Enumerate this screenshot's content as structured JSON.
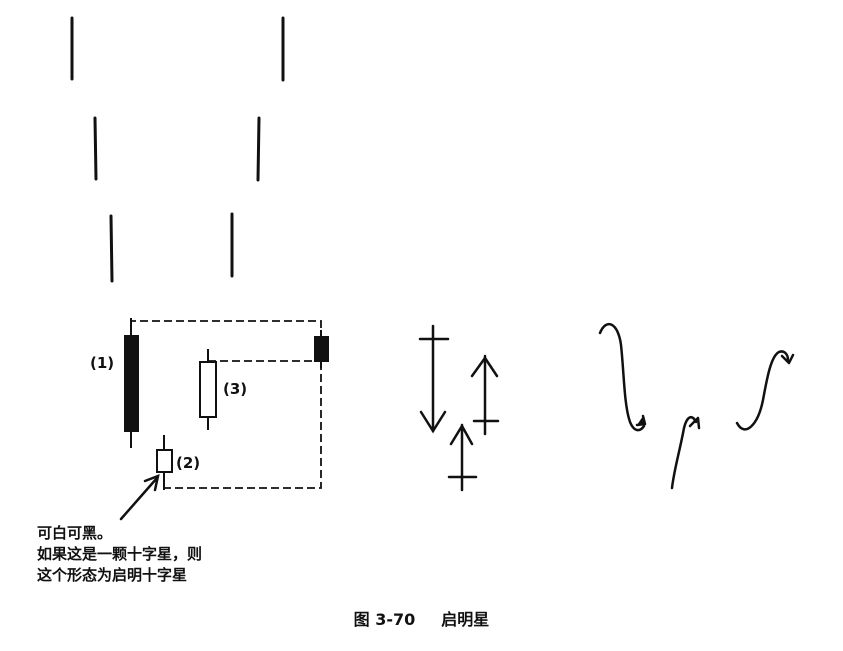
{
  "labels": {
    "candle1": "(1)",
    "candle2": "(2)",
    "candle3": "(3)"
  },
  "note": {
    "line1": "可白可黑。",
    "line2": "如果这是一颗十字星，则",
    "line3": "这个形态为启明十字星"
  },
  "caption": {
    "number": "图 3-70",
    "title": "启明星"
  },
  "icons": [
    "down-arrow-icon",
    "up-arrow-icon",
    "price-wave-icon"
  ]
}
